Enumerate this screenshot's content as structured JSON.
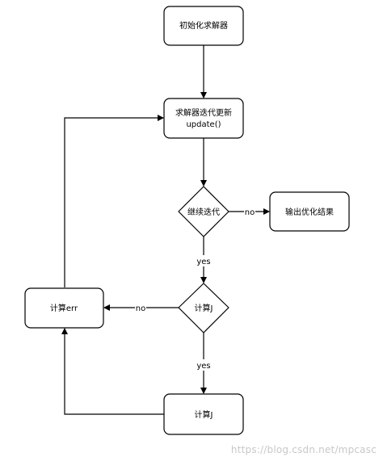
{
  "nodes": {
    "init_solver": "初始化求解器",
    "solver_update_line1": "求解器迭代更新",
    "solver_update_line2": "update()",
    "continue_iter": "继续迭代",
    "output_result": "输出优化结果",
    "compute_j_check": "计算J",
    "compute_err": "计算err",
    "compute_j_bottom": "计算J"
  },
  "edges": {
    "continue_no": "no",
    "continue_yes": "yes",
    "check_no": "no",
    "check_yes": "yes"
  },
  "watermark": "https://blog.csdn.net/mpcasc",
  "colors": {
    "stroke": "#000000",
    "fill": "#ffffff",
    "watermark": "#c8c8c8"
  }
}
